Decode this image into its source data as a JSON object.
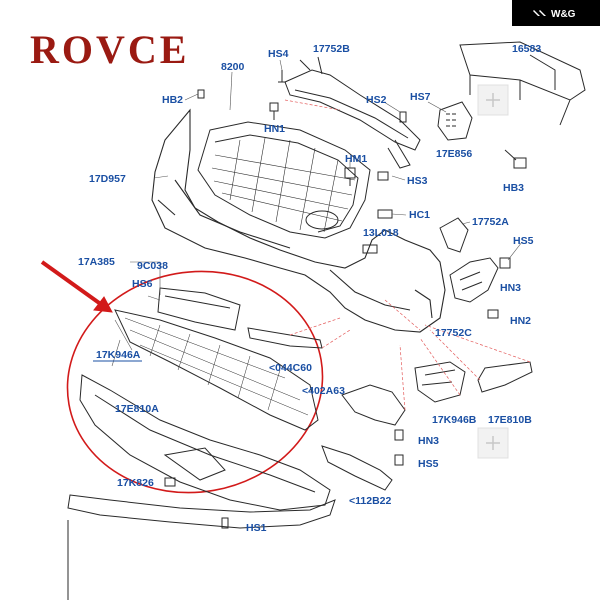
{
  "brand": {
    "logo_text": "ROVCE",
    "badge_text": "W&G"
  },
  "colors": {
    "label_blue": "#1a4fa3",
    "line_black": "#2a2a2a",
    "highlight_red": "#d21a1a",
    "leader_red": "#e35a5a",
    "brand_red": "#9a1a12"
  },
  "labels": {
    "hs4": "HS4",
    "p17752b": "17752B",
    "p16583": "16583",
    "p8200": "8200",
    "hb2": "HB2",
    "hs2": "HS2",
    "hs7": "HS7",
    "hn1_top": "HN1",
    "hm1": "HM1",
    "p17e856": "17E856",
    "p17d957": "17D957",
    "hs3": "HS3",
    "hb3": "HB3",
    "hc1": "HC1",
    "p17752a": "17752A",
    "p13l018": "13L018",
    "hs5_right": "HS5",
    "p17a385": "17A385",
    "p9c038": "9C038",
    "hs6": "HS6",
    "hn3_right": "HN3",
    "hn2": "HN2",
    "p17752c": "17752C",
    "p17k946a": "17K946A",
    "p044c60": "<044C60",
    "p402a63": "<402A63",
    "p17k946b": "17K946B",
    "p17e810b": "17E810B",
    "p17e810a": "17E810A",
    "hn3_lower": "HN3",
    "hs5_lower": "HS5",
    "p17k826": "17K826",
    "p112b22": "<112B22",
    "hs1": "HS1"
  }
}
